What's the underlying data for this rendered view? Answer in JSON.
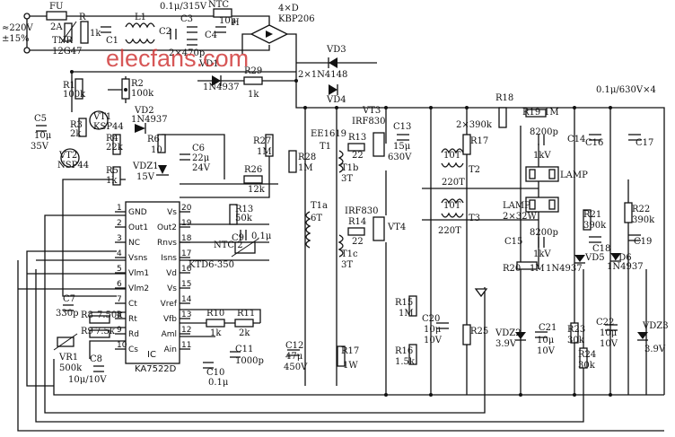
{
  "input": {
    "voltage": "≈220V",
    "freq": "±15%",
    "fuse": "FU",
    "fuse_val": "2A",
    "thermistor": "TNR",
    "thermistor_val": "12G47",
    "r1": "R",
    "r1_val": "1k",
    "c1": "C1",
    "l1": "L1",
    "cap_x": "0.1μ/315V",
    "c2": "C2",
    "c3": "C3",
    "c3_val": "2×470p",
    "ntc": "NTC",
    "c4": "C4",
    "c4_val": "10μ",
    "bridge": "4×D",
    "bridge_type": "KBP206"
  },
  "startup": {
    "r1": "R1",
    "r1_val": "100k",
    "r2": "R2",
    "r2_val": "100k",
    "r3": "R3",
    "r3_val": "2k",
    "c5": "C5",
    "c5_val": "10μ",
    "c5_volt": "35V",
    "vt1": "VT1",
    "vt1_type": "KSP44",
    "vt2": "VT2",
    "vt2_type": "NSP44",
    "vd2": "VD2",
    "vd2_type": "1N4937",
    "r4": "R4",
    "r4_val": "22k",
    "r5": "R5",
    "r5_val": "1k",
    "r6": "R6",
    "r6_val": "10",
    "c6": "C6",
    "c6_val": "22μ",
    "c6_volt": "24V",
    "vdz1": "VDZ1",
    "vdz1_val": "15V",
    "vd1": "VD1",
    "vd1_type": "1N4937",
    "r29": "R29",
    "r29_val": "1k",
    "vd3": "VD3",
    "vd4": "VD4",
    "vd34_val": "2×1N4148",
    "r26": "R26",
    "r26_val": "12k",
    "r27": "R27",
    "r27_val": "1M",
    "r28": "R28",
    "r28_val": "1M"
  },
  "ic": {
    "name": "IC",
    "type": "KA7522D",
    "left_pins": [
      {
        "num": "1",
        "name": "GND"
      },
      {
        "num": "2",
        "name": "Out1"
      },
      {
        "num": "3",
        "name": "NC"
      },
      {
        "num": "4",
        "name": "Vsns"
      },
      {
        "num": "5",
        "name": "Vlm1"
      },
      {
        "num": "6",
        "name": "Vlm2"
      },
      {
        "num": "7",
        "name": "Ct"
      },
      {
        "num": "8",
        "name": "Rt"
      },
      {
        "num": "9",
        "name": "Rd"
      },
      {
        "num": "10",
        "name": "Cs"
      }
    ],
    "right_pins": [
      {
        "num": "20",
        "name": "Vs"
      },
      {
        "num": "19",
        "name": "Out2"
      },
      {
        "num": "18",
        "name": "Rnvs"
      },
      {
        "num": "17",
        "name": "Isns"
      },
      {
        "num": "16",
        "name": "Vd"
      },
      {
        "num": "15",
        "name": "Vs"
      },
      {
        "num": "14",
        "name": "Vref"
      },
      {
        "num": "13",
        "name": "Vfb"
      },
      {
        "num": "12",
        "name": "Aml"
      },
      {
        "num": "11",
        "name": "Ain"
      }
    ]
  },
  "ic_periph": {
    "c7": "C7",
    "c7_val": "330p",
    "r8": "R8",
    "r8_val": "7.50k",
    "r9": "R9",
    "r9_val": "7.5k",
    "vr1": "VR1",
    "vr1_val": "500k",
    "c8": "C8",
    "c8_val": "10μ/10V",
    "r13": "R13",
    "r13_val": "50k",
    "ntc2": "NTC 2",
    "c9": "C9",
    "c9_val": "0.1μ",
    "ktd": "KTD6-350",
    "r10": "R10",
    "r10_val": "1k",
    "r11": "R11",
    "r11_val": "2k",
    "c10": "C10",
    "c10_val": "0.1μ",
    "c11": "C11",
    "c11_val": "1000p"
  },
  "power": {
    "t1": "EE1619",
    "t1_turns": "T1",
    "t1a": "T1a",
    "t1a_val": "6T",
    "t1b": "T1b",
    "t1b_val": "3T",
    "t1c": "T1c",
    "t1c_val": "3T",
    "vt3": "VT3",
    "vt3_type": "IRF830",
    "vt4": "VT4",
    "vt4_type": "IRF830",
    "r13b": "R13",
    "r13b_val": "22",
    "r14": "R14",
    "r14_val": "22",
    "c13": "C13",
    "c13_val": "15μ",
    "c13_volt": "630V",
    "c12": "C12",
    "c12_val": "47μ",
    "c12_volt": "450V",
    "r15": "R15",
    "r15_val": "1M",
    "r16": "R16",
    "r16_val": "1.5k",
    "r17": "R17",
    "r17_val": "1W",
    "c20": "C20",
    "c20_val": "10μ",
    "c20_volt": "10V",
    "r25": "R25"
  },
  "output": {
    "c_bus": "0.1μ/630V×4",
    "r18": "R18",
    "r17b": "R17",
    "r_pair": "2×390k",
    "r19": "R19",
    "r19_val": "1M",
    "c14": "C14",
    "c14_val": "8200p",
    "c14_volt": "1kV",
    "c15": "C15",
    "c15_val": "8200p",
    "c15_volt": "1kV",
    "t2": "T2",
    "t2_turns1": "10T",
    "t2_turns2": "220T",
    "t3": "T3",
    "t3_turns1": "10T",
    "t3_turns2": "220T",
    "lamp": "LAMP",
    "lamp_val": "2×32W",
    "c16": "C16",
    "c17": "C17",
    "c18": "C18",
    "c19": "C19",
    "r20": "R20",
    "r20_val": "1M",
    "r21": "R21",
    "r21_val": "390k",
    "r22": "R22",
    "r22_val": "390k",
    "vd5": "VD5",
    "vd6": "VD6",
    "vd6_type": "1N4937",
    "vd5_type": "1N4937",
    "vdz2": "VDZ2",
    "vdz2_val": "3.9V",
    "c21": "C21",
    "c21_val": "10μ",
    "c21_volt": "10V",
    "r23": "R23",
    "r23_val": "30k",
    "r24": "R24",
    "r24_val": "30k",
    "c22": "C22",
    "c22_val": "10μ",
    "c22_volt": "10V",
    "vdz3": "VDZ3",
    "vdz3_val": "3.9V"
  },
  "watermark": "elecfans.com"
}
